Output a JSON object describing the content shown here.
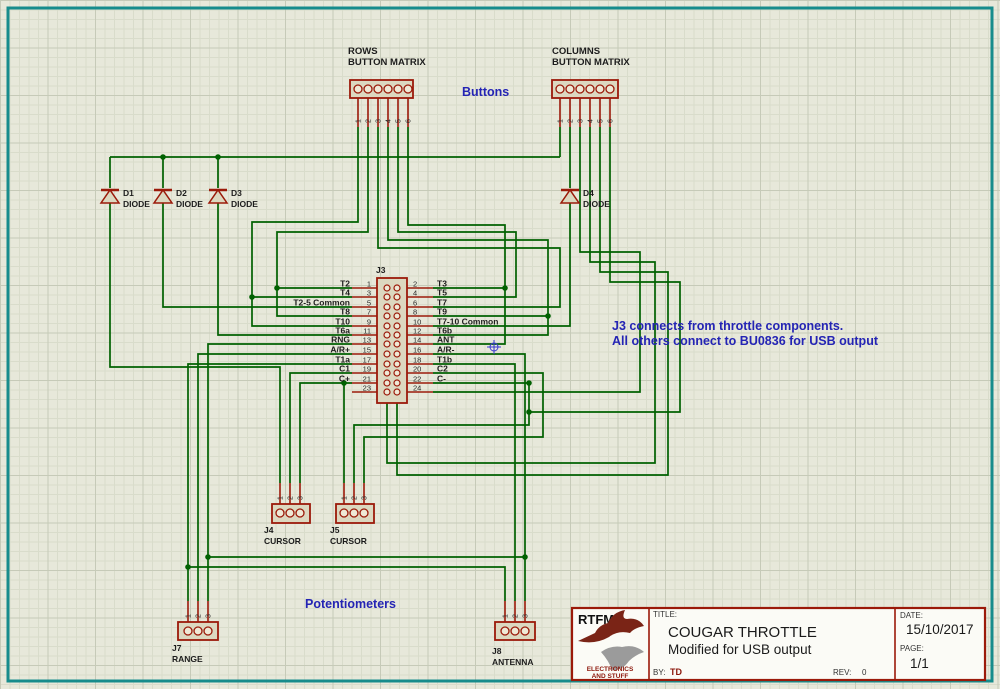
{
  "colors": {
    "wire_green": "#016101",
    "component_red": "#9b1a0a",
    "component_fill": "#dcd8c0",
    "sheet_border_teal": "#178c8c",
    "annotation_blue": "#2424b4"
  },
  "annotations": {
    "buttons": "Buttons",
    "note_line1": "J3 connects from throttle components.",
    "note_line2": "All others connect to BU0836 for USB output",
    "potentiometers": "Potentiometers"
  },
  "headers": {
    "rows_line1": "ROWS",
    "rows_line2": "BUTTON MATRIX",
    "columns_line1": "COLUMNS",
    "columns_line2": "BUTTON MATRIX"
  },
  "components": {
    "d1": {
      "ref": "D1",
      "value": "DIODE"
    },
    "d2": {
      "ref": "D2",
      "value": "DIODE"
    },
    "d3": {
      "ref": "D3",
      "value": "DIODE"
    },
    "d4": {
      "ref": "D4",
      "value": "DIODE"
    },
    "rows_conn": {
      "pins": [
        "1",
        "2",
        "3",
        "4",
        "5",
        "6"
      ]
    },
    "columns_conn": {
      "pins": [
        "1",
        "2",
        "3",
        "4",
        "5",
        "6"
      ]
    },
    "j3": {
      "ref": "J3",
      "left_pins": [
        {
          "n": "1",
          "l": "T2"
        },
        {
          "n": "3",
          "l": "T4"
        },
        {
          "n": "5",
          "l": "T2-5 Common"
        },
        {
          "n": "7",
          "l": "T8"
        },
        {
          "n": "9",
          "l": "T10"
        },
        {
          "n": "11",
          "l": "T6a"
        },
        {
          "n": "13",
          "l": "RNG"
        },
        {
          "n": "15",
          "l": "A/R+"
        },
        {
          "n": "17",
          "l": "T1a"
        },
        {
          "n": "19",
          "l": "C1"
        },
        {
          "n": "21",
          "l": "C+"
        },
        {
          "n": "23",
          "l": ""
        }
      ],
      "right_pins": [
        {
          "n": "2",
          "l": "T3"
        },
        {
          "n": "4",
          "l": "T5"
        },
        {
          "n": "6",
          "l": "T7"
        },
        {
          "n": "8",
          "l": "T9"
        },
        {
          "n": "10",
          "l": "T7-10 Common"
        },
        {
          "n": "12",
          "l": "T6b"
        },
        {
          "n": "14",
          "l": "ANT"
        },
        {
          "n": "16",
          "l": "A/R-"
        },
        {
          "n": "18",
          "l": "T1b"
        },
        {
          "n": "20",
          "l": "C2"
        },
        {
          "n": "22",
          "l": "C-"
        },
        {
          "n": "24",
          "l": ""
        }
      ]
    },
    "j4": {
      "ref": "J4",
      "value": "CURSOR",
      "pins": [
        "1",
        "2",
        "3"
      ]
    },
    "j5": {
      "ref": "J5",
      "value": "CURSOR",
      "pins": [
        "1",
        "2",
        "3"
      ]
    },
    "j7": {
      "ref": "J7",
      "value": "RANGE",
      "pins": [
        "1",
        "2",
        "3"
      ]
    },
    "j8": {
      "ref": "J8",
      "value": "ANTENNA",
      "pins": [
        "1",
        "2",
        "3"
      ]
    }
  },
  "title_block": {
    "logo_name": "RTFM",
    "logo_sub1": "ELECTRONICS",
    "logo_sub2": "AND STUFF",
    "title_label": "TITLE:",
    "title": "COUGAR THROTTLE",
    "subtitle": "Modified for USB output",
    "by_label": "BY:",
    "by": "TD",
    "rev_label": "REV:",
    "rev": "0",
    "date_label": "DATE:",
    "date": "15/10/2017",
    "page_label": "PAGE:",
    "page": "1/1"
  }
}
